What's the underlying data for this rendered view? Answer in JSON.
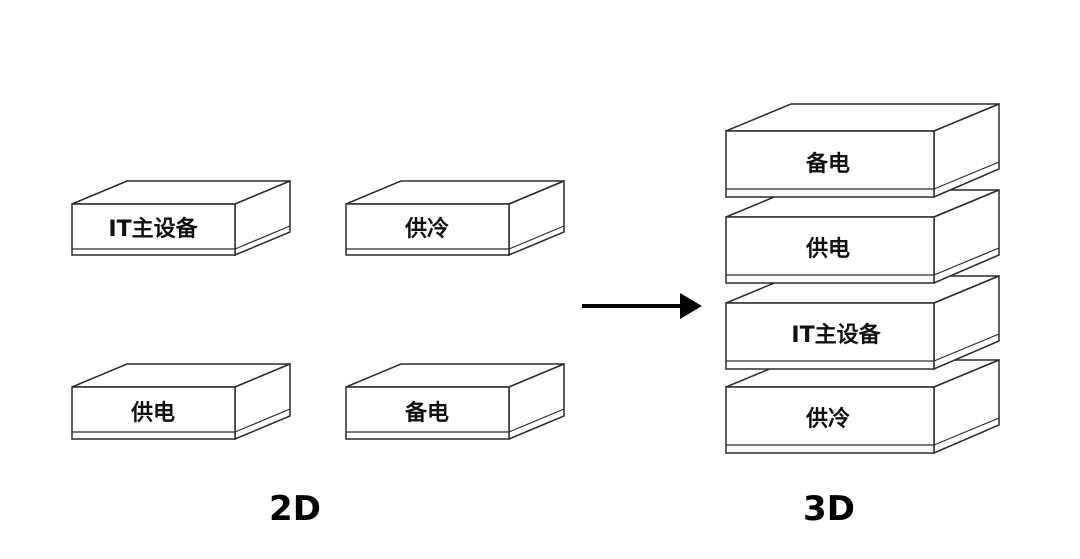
{
  "left_group": {
    "caption": "2D",
    "boxes": [
      {
        "label": "IT主设备"
      },
      {
        "label": "供冷"
      },
      {
        "label": "供电"
      },
      {
        "label": "备电"
      }
    ]
  },
  "right_group": {
    "caption": "3D",
    "boxes": [
      {
        "label": "备电"
      },
      {
        "label": "供电"
      },
      {
        "label": "IT主设备"
      },
      {
        "label": "供冷"
      }
    ]
  },
  "colors": {
    "stroke": "#2b2b2b",
    "face": "#ffffff",
    "text": "#111111",
    "arrow": "#000000"
  }
}
